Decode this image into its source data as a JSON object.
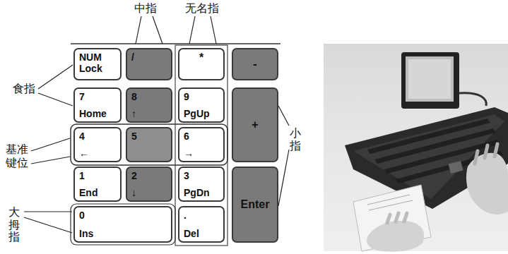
{
  "diagram": {
    "nodes": [
      {
        "text": [
          "NUM Lock"
        ]
      },
      {
        "text": [
          "/"
        ]
      },
      {
        "text": [
          "*"
        ]
      },
      {
        "text": [
          "-"
        ]
      },
      {
        "text": [
          "7",
          "Home"
        ]
      },
      {
        "text": [
          "8",
          "↑"
        ]
      },
      {
        "text": [
          "9",
          "PgUp"
        ]
      },
      {
        "text": [
          "+"
        ]
      },
      {
        "text": [
          "4",
          "←"
        ]
      },
      {
        "text": [
          "5"
        ]
      },
      {
        "text": [
          "6",
          "→"
        ]
      },
      {
        "text": [
          "1",
          "End"
        ]
      },
      {
        "text": [
          "2",
          "↓"
        ]
      },
      {
        "text": [
          "3",
          "PgDn"
        ]
      },
      {
        "text": [
          "Enter"
        ]
      },
      {
        "text": [
          "0",
          "Ins"
        ]
      },
      {
        "text": [
          ".",
          "Del"
        ]
      }
    ],
    "labels": [
      "中指",
      "无名指",
      "食指",
      "基准键位",
      "小指",
      "大拇指"
    ]
  }
}
